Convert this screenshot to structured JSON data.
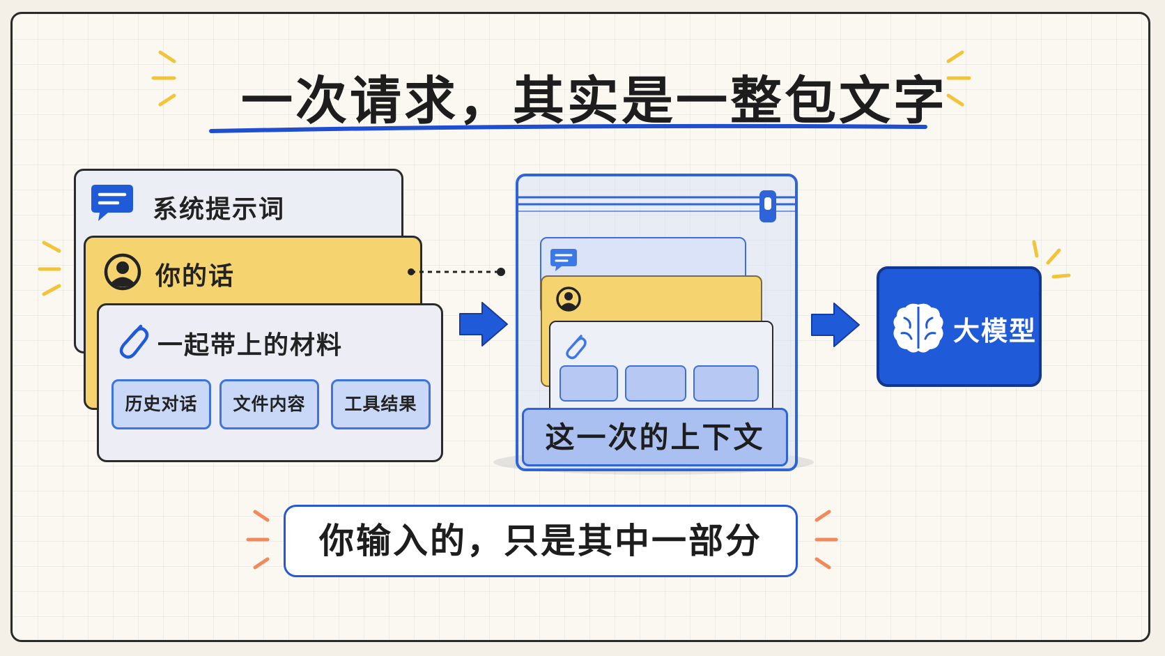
{
  "title": "一次请求，其实是一整包文字",
  "cards": {
    "system_prompt": "系统提示词",
    "your_words": "你的话",
    "materials": "一起带上的材料"
  },
  "chips": [
    "历史对话",
    "文件内容",
    "工具结果"
  ],
  "bag_label": "这一次的上下文",
  "model_label": "大模型",
  "bottom_note": "你输入的，只是其中一部分",
  "colors": {
    "blue": "#1f5ad8",
    "yellow": "#f5d36f",
    "light_blue": "#c9d8f7",
    "background": "#fbf8f1",
    "accent_orange": "#f08a5d",
    "accent_yellow": "#f2c43a"
  },
  "icons": [
    "chat-bubble-icon",
    "user-icon",
    "paperclip-icon",
    "arrow-right-icon",
    "zip-bag-icon",
    "brain-icon"
  ]
}
